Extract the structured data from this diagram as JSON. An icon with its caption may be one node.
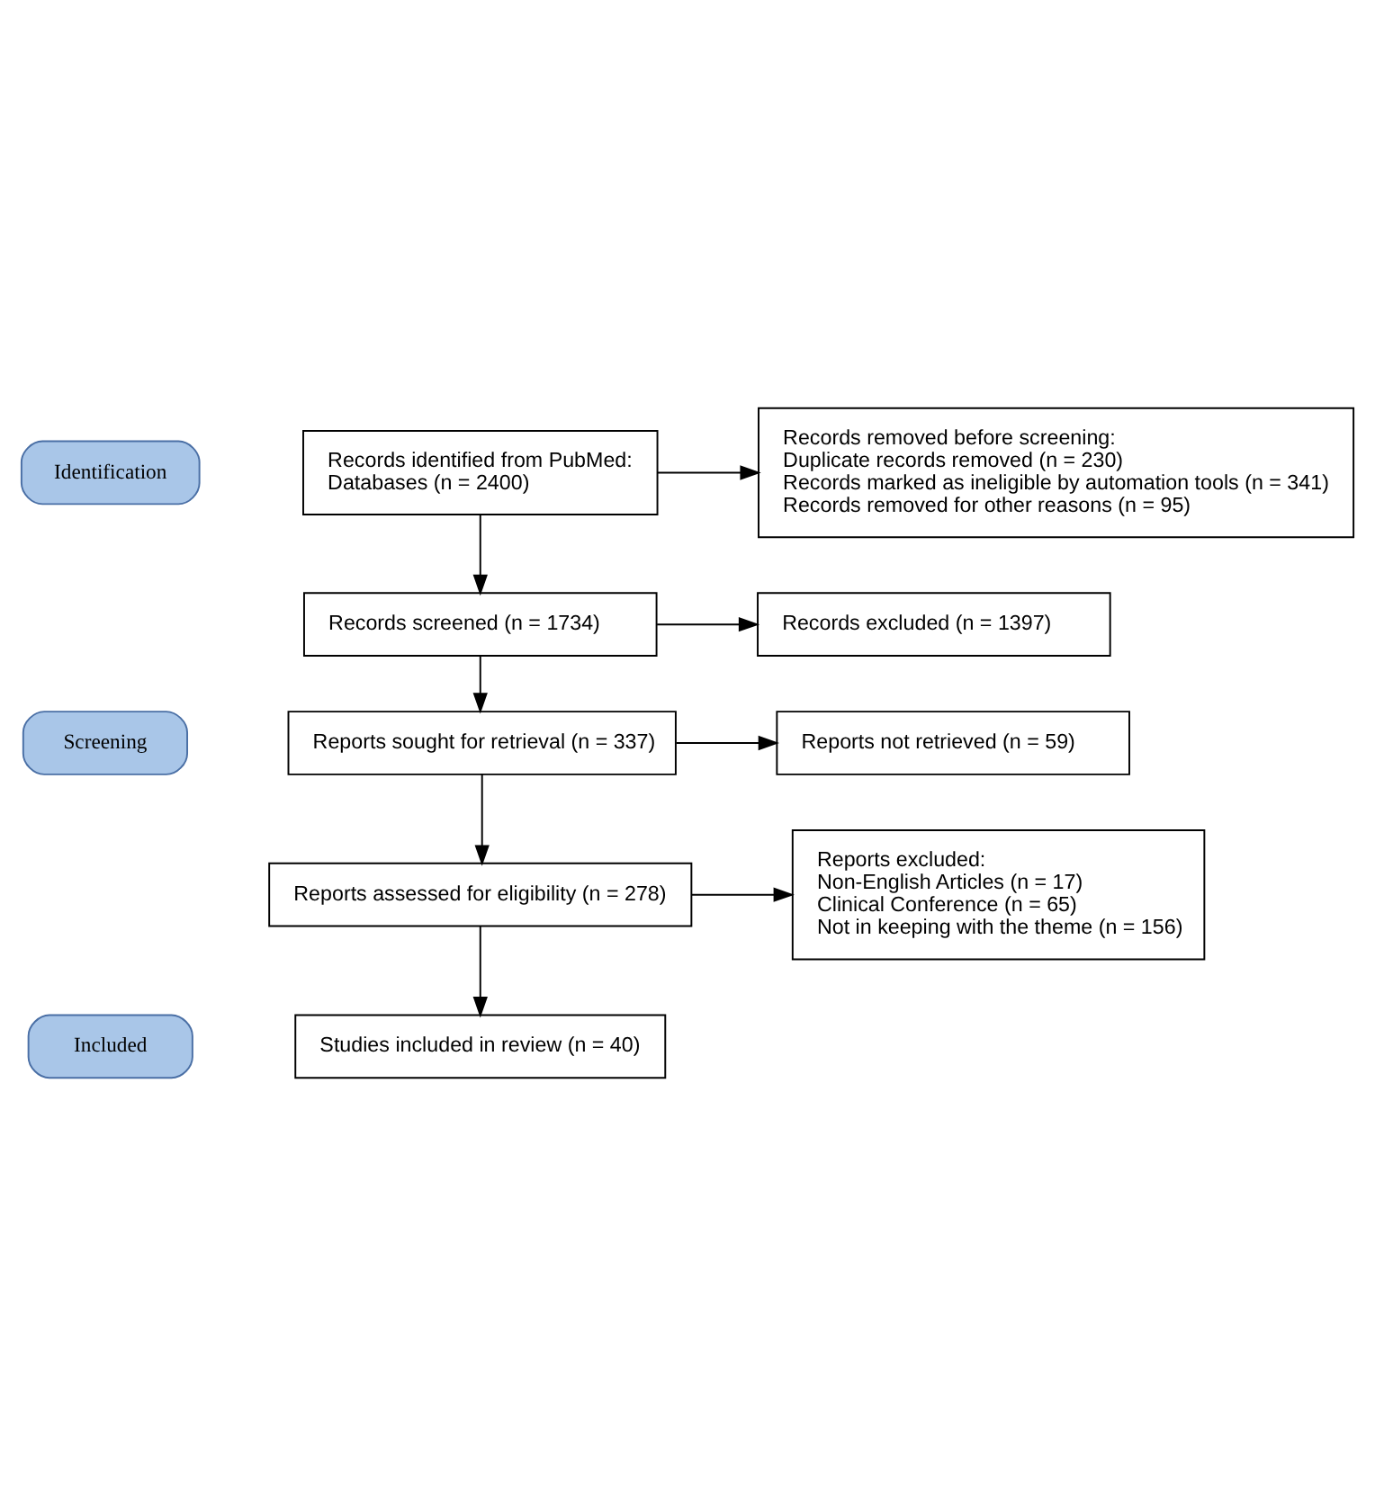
{
  "diagram": {
    "nodes": [
      {
        "text": [
          "Identification"
        ]
      },
      {
        "text": [
          "Records identified from PubMed:",
          "Databases (n = 2400)"
        ]
      },
      {
        "text": [
          "Records removed before screening:",
          "Duplicate records removed (n = 230)",
          "Records marked as ineligible by automation tools (n = 341)",
          "Records removed for other reasons (n = 95)"
        ]
      },
      {
        "text": [
          "Screening"
        ]
      },
      {
        "text": [
          "Records screened (n = 1734)"
        ]
      },
      {
        "text": [
          "Records excluded (n = 1397)"
        ]
      },
      {
        "text": [
          "Reports sought for retrieval (n = 337)"
        ]
      },
      {
        "text": [
          "Reports not retrieved (n = 59)"
        ]
      },
      {
        "text": [
          "Reports assessed for eligibility (n = 278)"
        ]
      },
      {
        "text": [
          "Reports excluded:",
          "Non-English Articles (n = 17)",
          "Clinical Conference (n = 65)",
          "Not in keeping with the theme (n = 156)"
        ]
      },
      {
        "text": [
          "Included"
        ]
      },
      {
        "text": [
          "Studies included in review (n = 40)"
        ]
      }
    ],
    "edges": [
      {
        "from": 1,
        "to": 2,
        "arrow": "to"
      },
      {
        "from": 1,
        "to": 4,
        "arrow": "to"
      },
      {
        "from": 4,
        "to": 5,
        "arrow": "to"
      },
      {
        "from": 4,
        "to": 6,
        "arrow": "to"
      },
      {
        "from": 6,
        "to": 7,
        "arrow": "to"
      },
      {
        "from": 6,
        "to": 8,
        "arrow": "to"
      },
      {
        "from": 8,
        "to": 9,
        "arrow": "to"
      },
      {
        "from": 8,
        "to": 11,
        "arrow": "to"
      }
    ]
  }
}
